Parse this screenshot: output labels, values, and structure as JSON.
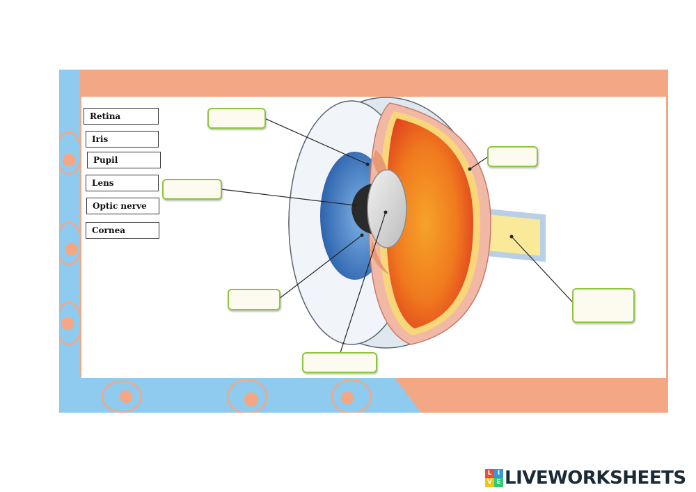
{
  "word_bank": [
    "Retina",
    "Iris",
    "Pupil",
    "Lens",
    "Optic nerve",
    "Cornea"
  ],
  "brand": {
    "name": "LIVEWORKSHEETS",
    "logo_letters": [
      "L",
      "I",
      "V",
      "E"
    ],
    "logo_colors": [
      "#e74c3c",
      "#3498db",
      "#f1c40f",
      "#2ecc71"
    ]
  },
  "colors": {
    "frame_orange": "#f4a784",
    "frame_blue": "#8ecbef",
    "drop_border": "#8cc63f",
    "iris_blue": "#4a85c8",
    "eye_orange": "#f07a1e",
    "optic_yellow": "#fbe99a"
  }
}
